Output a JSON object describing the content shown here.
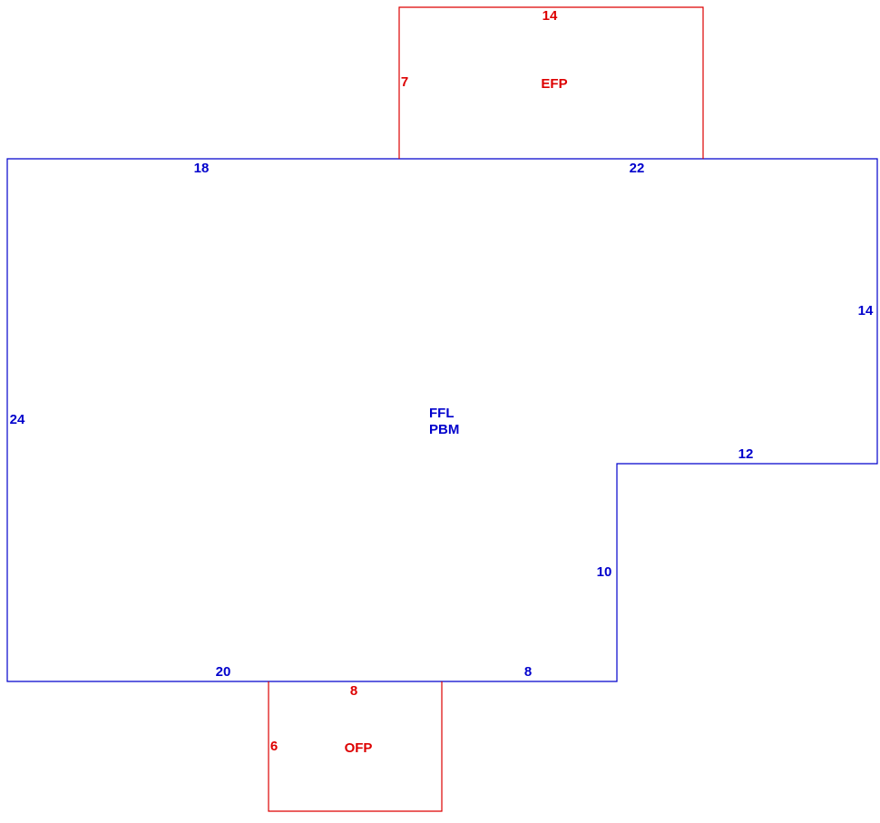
{
  "colors": {
    "main": "#0000cc",
    "addition": "#dd0000"
  },
  "main_area": {
    "codes": [
      "FFL",
      "PBM"
    ],
    "sides": {
      "top_left": "18",
      "top_right": "22",
      "right_upper": "14",
      "right_step": "12",
      "step_down": "10",
      "bottom_right": "8",
      "bottom_left": "20",
      "left": "24"
    }
  },
  "efp": {
    "code": "EFP",
    "sides": {
      "top": "14",
      "left": "7"
    }
  },
  "ofp": {
    "code": "OFP",
    "sides": {
      "top": "8",
      "left": "6"
    }
  }
}
